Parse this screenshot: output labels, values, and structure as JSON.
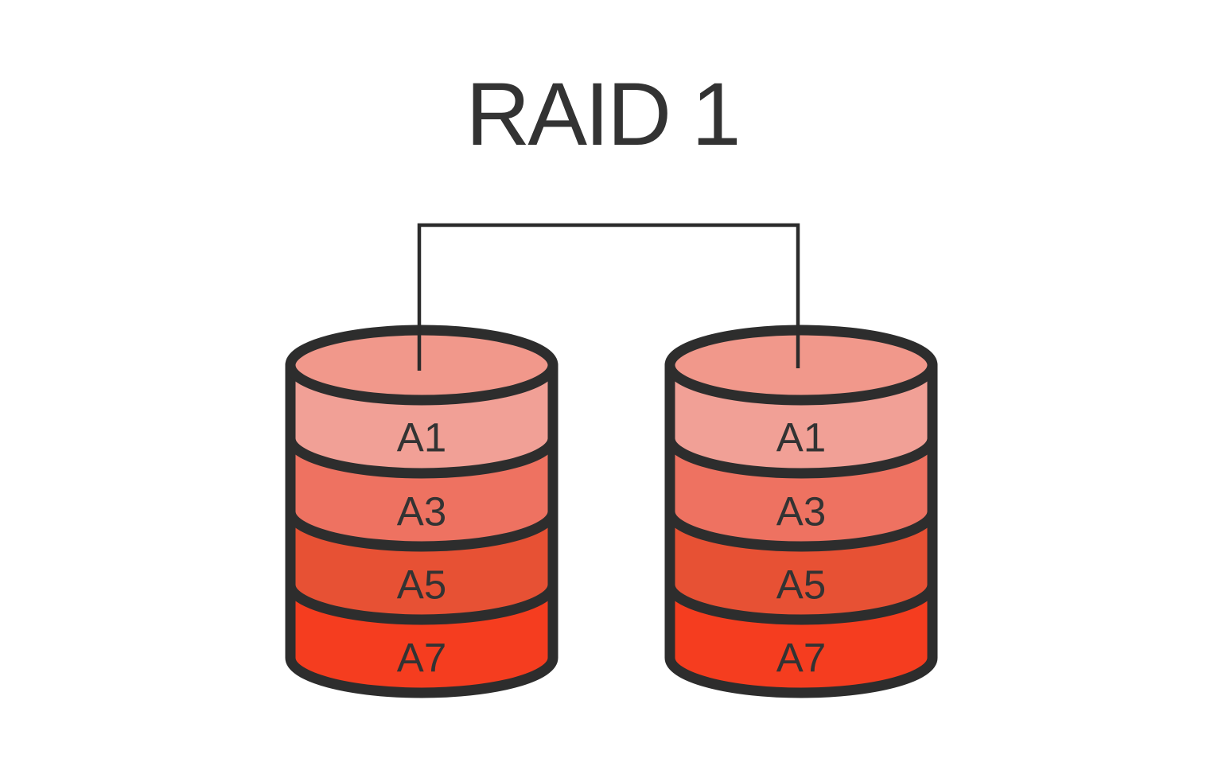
{
  "title": "RAID 1",
  "disks": [
    {
      "blocks": [
        "A1",
        "A3",
        "A5",
        "A7"
      ]
    },
    {
      "blocks": [
        "A1",
        "A3",
        "A5",
        "A7"
      ]
    }
  ],
  "colors": {
    "background": "#ffffff",
    "outline": "#2d2d2d",
    "connector": "#2b2b2b",
    "text": "#333333",
    "disk_top_face": "#f1988b",
    "block_shades": [
      "#f1a096",
      "#ee7261",
      "#e75134",
      "#f53d1f"
    ]
  }
}
